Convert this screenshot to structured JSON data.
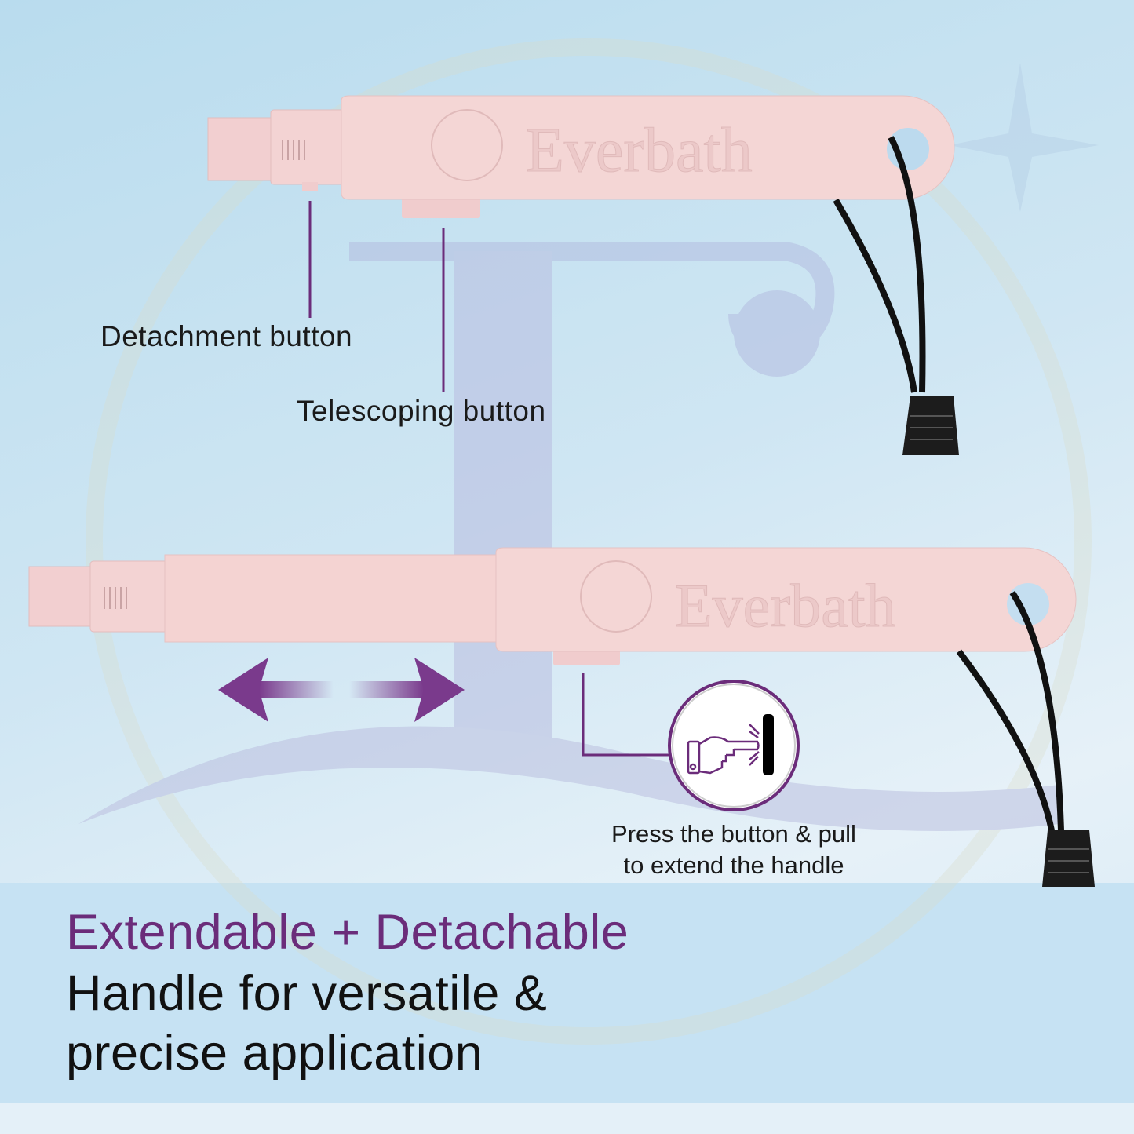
{
  "brand": "Everbath",
  "callouts": {
    "detachment": "Detachment button",
    "telescoping": "Telescoping button",
    "press_line1": "Press the button & pull",
    "press_line2": "to extend the handle"
  },
  "headline": {
    "line1": "Extendable + Detachable",
    "line2": "Handle for versatile &",
    "line3": "precise application"
  },
  "colors": {
    "accent": "#6b2c7a",
    "handle": "#f3d3d3",
    "cord": "#111111",
    "band": "#c6e2f3"
  }
}
